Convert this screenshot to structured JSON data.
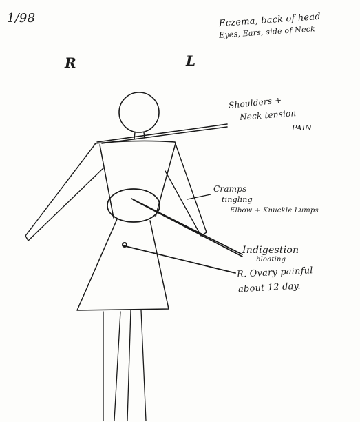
{
  "note": {
    "date": "1/98",
    "complaint_line1": "Eczema, back of head",
    "complaint_line2": "Eyes, Ears, side of Neck",
    "side_right": "R",
    "side_left": "L",
    "annotations": {
      "shoulders_line1": "Shoulders +",
      "shoulders_line2": "Neck tension",
      "shoulders_line3": "PAIN",
      "cramps_line1": "Cramps",
      "cramps_line2": "tingling",
      "cramps_line3": "Elbow + Knuckle Lumps",
      "indigestion_line1": "Indigestion",
      "indigestion_line2": "bloating",
      "ovary_line1": "R. Ovary painful",
      "ovary_line2": "about 12 day."
    }
  },
  "colors": {
    "ink": "#1a1a1a",
    "paper": "#fdfdfb"
  }
}
